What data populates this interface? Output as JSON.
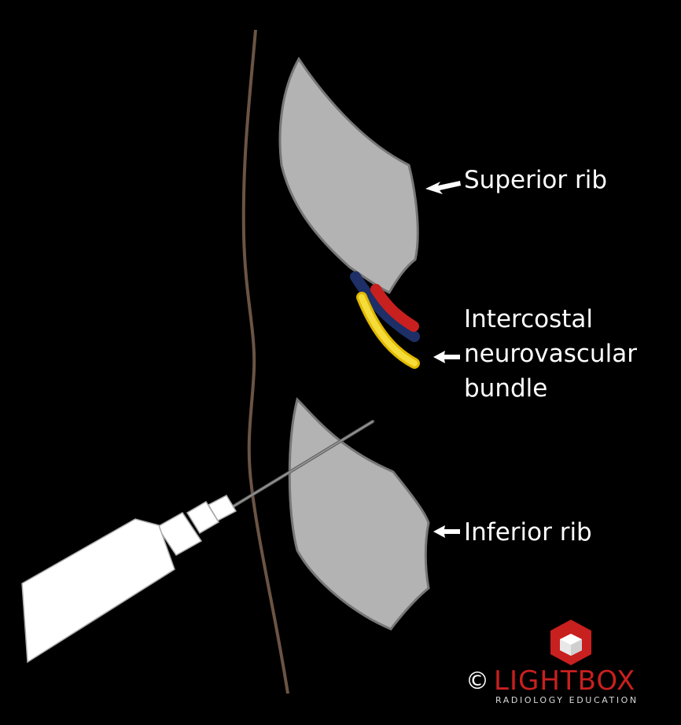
{
  "labels": {
    "superior_rib": "Superior rib",
    "bundle_line1": "Intercostal",
    "bundle_line2": "neurovascular",
    "bundle_line3": "bundle",
    "inferior_rib": "Inferior rib"
  },
  "logo": {
    "copyright": "©",
    "name": "LIGHTBOX",
    "tagline": "RADIOLOGY EDUCATION"
  },
  "colors": {
    "background": "#000000",
    "rib_fill": "#b3b3b3",
    "rib_stroke": "#777777",
    "skin_line": "#6b5444",
    "artery": "#c8201f",
    "vein": "#1d2f66",
    "nerve": "#f2cf2c",
    "syringe": "#ffffff",
    "logo_red": "#c8201f"
  },
  "icons": {
    "arrows": "left-pointing-arrow",
    "logo_mark": "red-cube-icon"
  }
}
